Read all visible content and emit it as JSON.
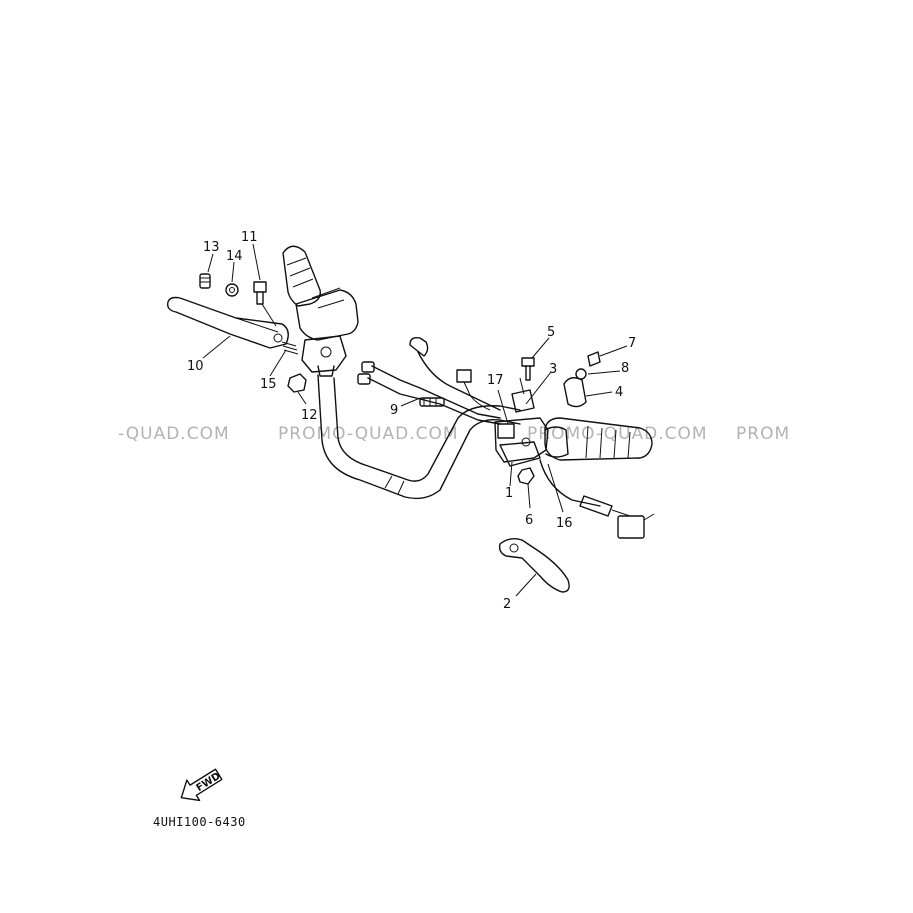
{
  "watermark": {
    "left_fragment": "-QUAD.COM",
    "center": "PROMO-QUAD.COM",
    "right_center": "PROMO-QUAD.COM",
    "right_fragment": "PROM"
  },
  "part_labels": {
    "p1": "1",
    "p2": "2",
    "p3": "3",
    "p4": "4",
    "p5": "5",
    "p6": "6",
    "p7": "7",
    "p8": "8",
    "p9": "9",
    "p10": "10",
    "p11": "11",
    "p12": "12",
    "p13": "13",
    "p14": "14",
    "p15": "15",
    "p16": "16",
    "p17": "17"
  },
  "direction_arrow": {
    "label": "FWD"
  },
  "diagram_code": "4UHI100-6430"
}
